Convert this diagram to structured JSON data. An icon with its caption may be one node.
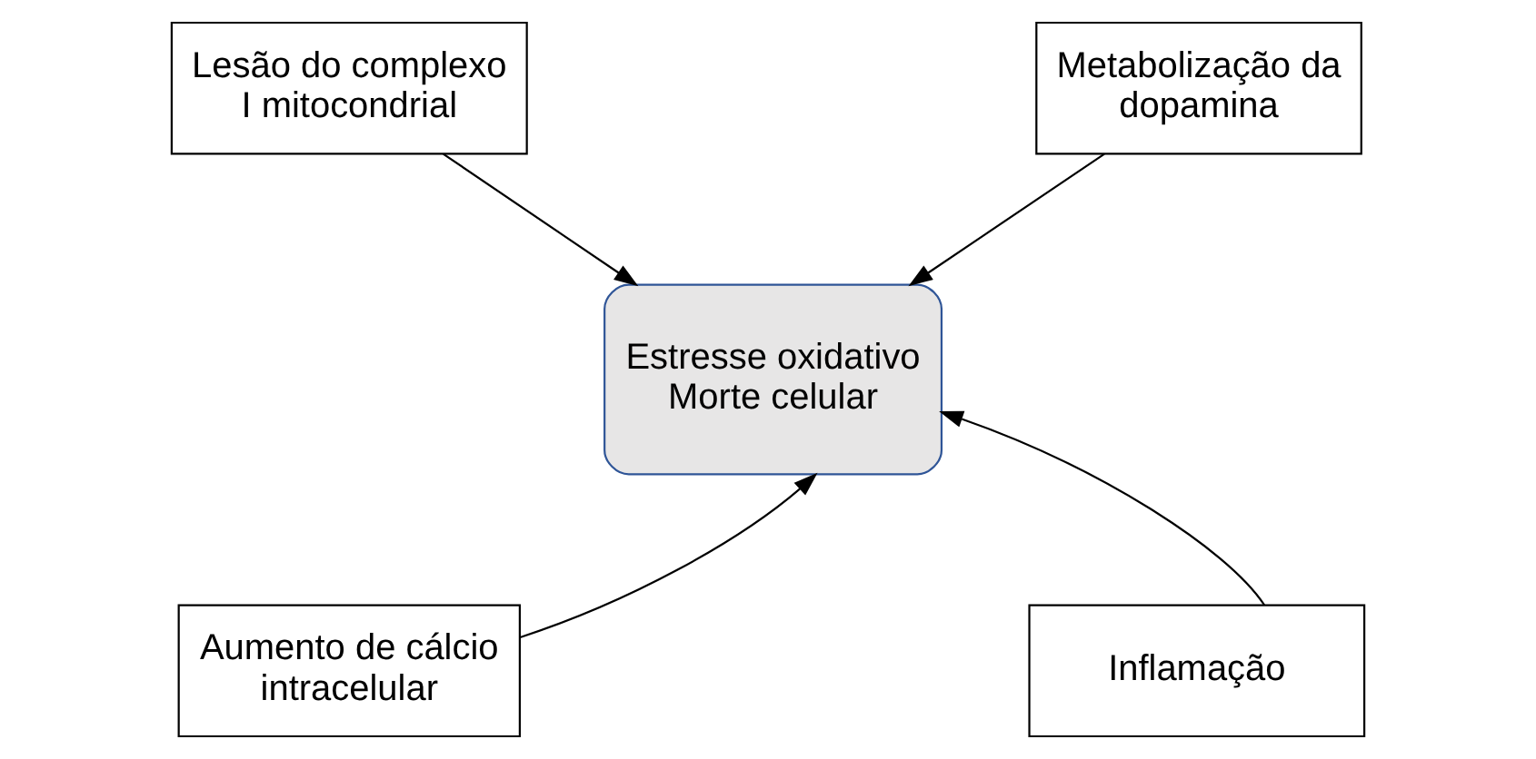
{
  "diagram": {
    "nodes": [
      {
        "text": [
          "Lesão do complexo I mitocondrial"
        ]
      },
      {
        "text": [
          "Metabolização da dopamina"
        ]
      },
      {
        "text": [
          "Estresse oxidativo Morte celular"
        ]
      },
      {
        "text": [
          "Aumento de cálcio intracelular"
        ]
      },
      {
        "text": [
          "Inflamação"
        ]
      }
    ],
    "edges": [
      {
        "from": 0,
        "to": 2,
        "arrow": "to"
      },
      {
        "from": 1,
        "to": 2,
        "arrow": "to"
      },
      {
        "from": 3,
        "to": 2,
        "arrow": "to"
      },
      {
        "from": 4,
        "to": 2,
        "arrow": "to"
      }
    ]
  }
}
